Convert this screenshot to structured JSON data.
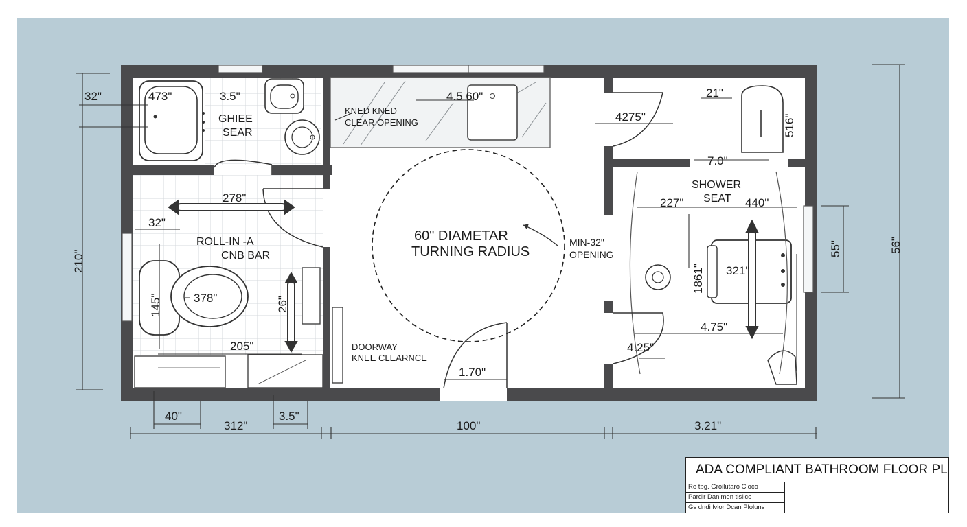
{
  "colors": {
    "background": "#b8ccd6",
    "wall": "#4a4a4c",
    "floor": "#ffffff",
    "tile_grid": "#d4d8dc",
    "ink": "#1c1c1c"
  },
  "title_block": {
    "title": "ADA COMPLIANT BATHROOM FLOOR PLAN",
    "rows": [
      "Re tbg. Groilutaro Cloco",
      "Pardir Danimen tisilco",
      "Gs dndi lvlor Dcan Ploluns"
    ]
  },
  "room_labels": {
    "bench_seat": [
      "GHIEE",
      "SEAR"
    ],
    "knee_clear": [
      "KNED KNED",
      "CLEAR OPENING"
    ],
    "roll_in_grab": [
      "ROLL-IN -A",
      "CNB BAR"
    ],
    "turning": [
      "60\" DIAMETAR",
      "TURNING RADIUS"
    ],
    "min_opening": [
      "MIN-32\"",
      "OPENING"
    ],
    "shower_seat": [
      "SHOWER",
      "SEAT"
    ],
    "doorway": [
      "DOORWAY",
      "KNEE CLEARNCE"
    ]
  },
  "dimensions": {
    "d_32_top": "32\"",
    "d_473": "473\"",
    "d_3_5_top": "3.5\"",
    "d_4_5_60": "4.5 60\"",
    "d_21": "21\"",
    "d_42_75": "4275\"",
    "d_516": "516\"",
    "d_7_0": "7.0\"",
    "d_278": "278\"",
    "d_32_left": "32\"",
    "d_210": "210\"",
    "d_145": "145\"",
    "d_378": "378\"",
    "d_26": "26\"",
    "d_205": "205\"",
    "d_227": "227\"",
    "d_440": "440\"",
    "d_1861": "1861\"",
    "d_321_shower": "321\"",
    "d_4_75": "4.75\"",
    "d_4_25": "4.25\"",
    "d_55": "55\"",
    "d_56": "56\"",
    "d_1_70": "1.70\"",
    "d_40": "40\"",
    "d_312": "312\"",
    "d_3_5_bottom": "3.5\"",
    "d_100": "100\"",
    "d_3_21": "3.21\""
  }
}
